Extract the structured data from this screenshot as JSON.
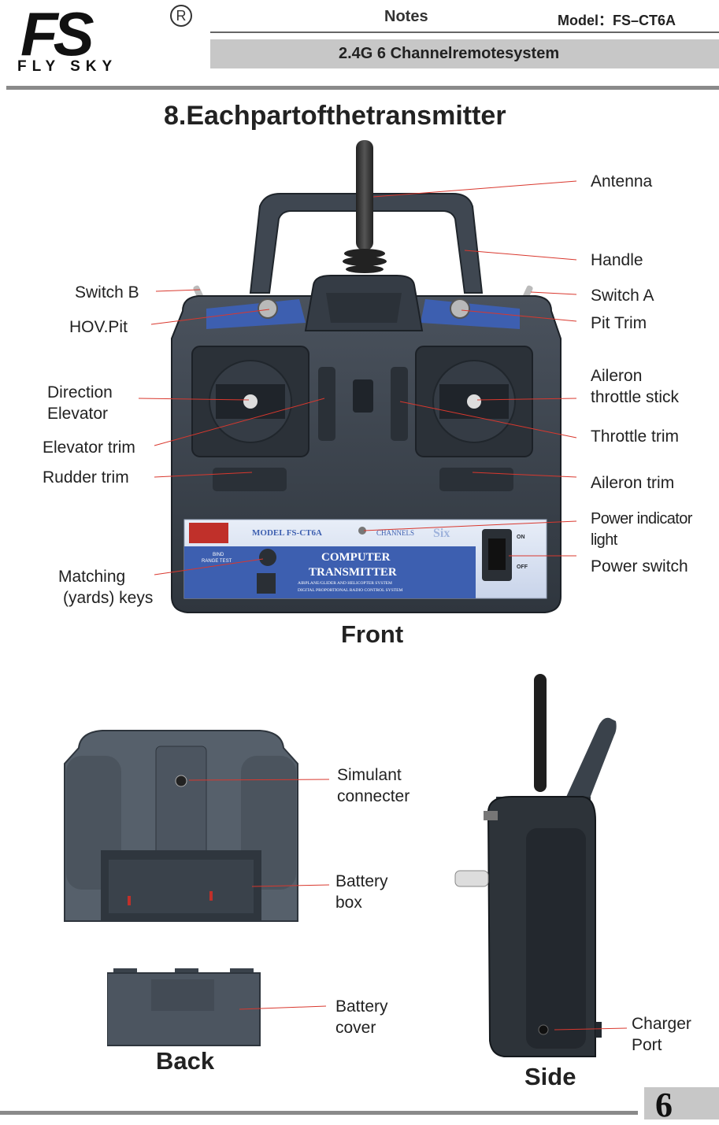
{
  "header": {
    "brand_mark": "FS",
    "brand_reg": "R",
    "brand_name": "FLY SKY",
    "notes": "Notes",
    "model": "Model：FS–CT6A",
    "subtitle": "2.4G  6  Channelremotesystem"
  },
  "section_title": "8.Eachpartofthetransmitter",
  "front": {
    "caption": "Front",
    "panel_model_text": "MODEL FS-CT6A",
    "panel_channels_text": "CHANNELS",
    "panel_six": "Six",
    "panel_computer": "COMPUTER",
    "panel_transmitter": "TRANSMITTER",
    "panel_line1": "AIRPLANE/GLIDER AND HELICOPTER SYSTEM",
    "panel_line2": "DIGITAL PROPORTIONAL RADIO CONTROL SYSTEM",
    "panel_bind": "BIND",
    "panel_range": "RANGE TEST",
    "panel_on": "ON",
    "panel_off": "OFF",
    "labels": {
      "antenna": "Antenna",
      "handle": "Handle",
      "switch_b": "Switch B",
      "switch_a": "Switch A",
      "hov_pit": "HOV.Pit",
      "pit_trim": "Pit Trim",
      "direction": "Direction",
      "elevator": "Elevator",
      "aileron": "Aileron",
      "throttle_stick": "throttle stick",
      "elevator_trim": "Elevator trim",
      "throttle_trim": "Throttle trim",
      "rudder_trim": "Rudder trim",
      "aileron_trim": "Aileron trim",
      "power_indicator_1": "Power indicator",
      "power_indicator_2": "light",
      "matching_1": "Matching",
      "matching_2": "(yards) keys",
      "power_switch": "Power switch"
    }
  },
  "back": {
    "caption": "Back",
    "labels": {
      "simulant_1": "Simulant",
      "simulant_2": "connecter",
      "battery_box_1": "Battery",
      "battery_box_2": "box",
      "battery_cover_1": "Battery",
      "battery_cover_2": "cover"
    }
  },
  "side": {
    "caption": "Side",
    "labels": {
      "charger_1": "Charger",
      "charger_2": "Port"
    }
  },
  "page_number": "6",
  "colors": {
    "leader_line": "#d9382e",
    "body_dark": "#3e4650",
    "body_mid": "#56606b",
    "panel_blue": "#3d5fb0",
    "header_bar": "#c7c7c7"
  }
}
